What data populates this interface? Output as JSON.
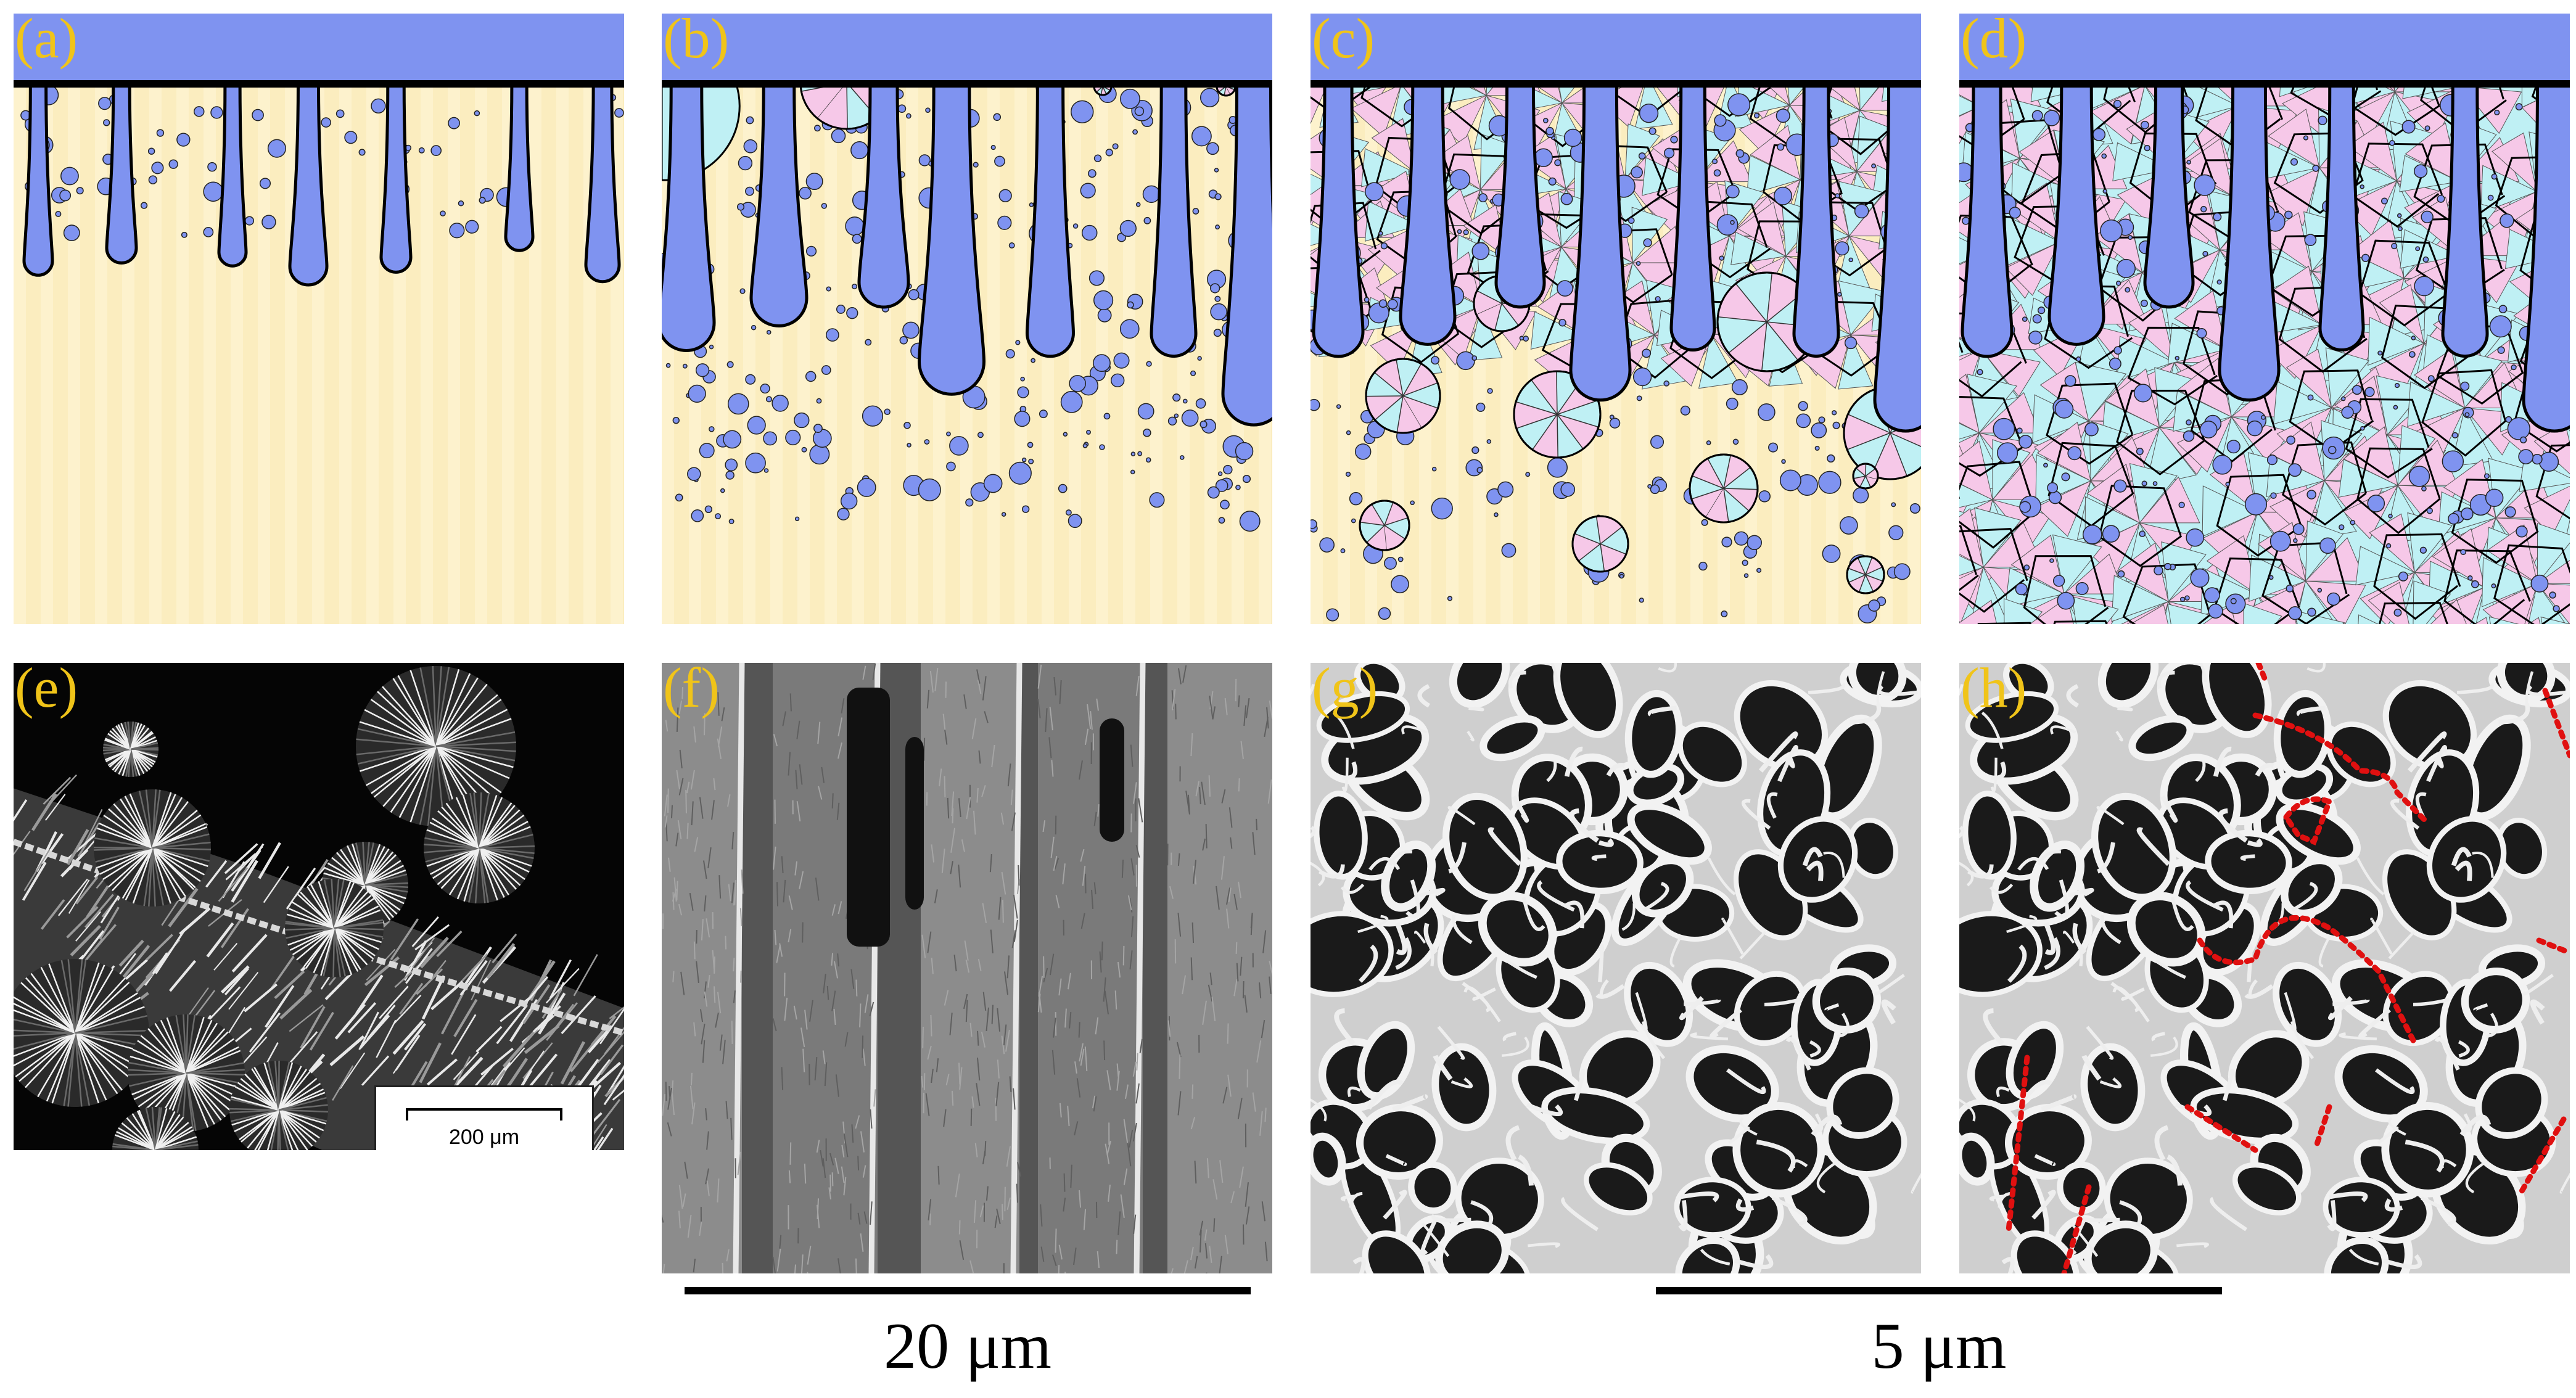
{
  "panels": {
    "a": {
      "label": "(a)"
    },
    "b": {
      "label": "(b)"
    },
    "c": {
      "label": "(c)"
    },
    "d": {
      "label": "(d)"
    },
    "e": {
      "label": "(e)",
      "scalebar_text": "200 μm"
    },
    "f": {
      "label": "(f)"
    },
    "g": {
      "label": "(g)"
    },
    "h": {
      "label": "(h)"
    }
  },
  "scalebars": {
    "left_text": "20 μm",
    "right_text": "5 μm"
  },
  "colors": {
    "label": "#f0c419",
    "substrate": "#7f93f0",
    "matrix": "#fbedbf",
    "spherulite_cyan": "#bff0f4",
    "spherulite_pink": "#f6c8e8",
    "dots": "#7f93f0",
    "boundary_dashes": "#e01010"
  }
}
